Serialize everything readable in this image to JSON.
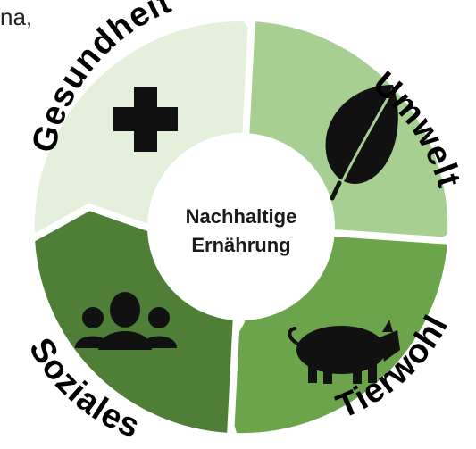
{
  "corner_fragment": "na,",
  "center": {
    "line1": "Nachhaltige",
    "line2": "Ernährung"
  },
  "segments": [
    {
      "label": "Gesundheit",
      "icon": "cross-icon",
      "color": "#e4efdc"
    },
    {
      "label": "Umwelt",
      "icon": "leaf-icon",
      "color": "#a7cf91"
    },
    {
      "label": "Tierwohl",
      "icon": "pig-icon",
      "color": "#6ba44a"
    },
    {
      "label": "Soziales",
      "icon": "people-icon",
      "color": "#4f7f37"
    }
  ],
  "ring_outline_color": "#ffffff"
}
